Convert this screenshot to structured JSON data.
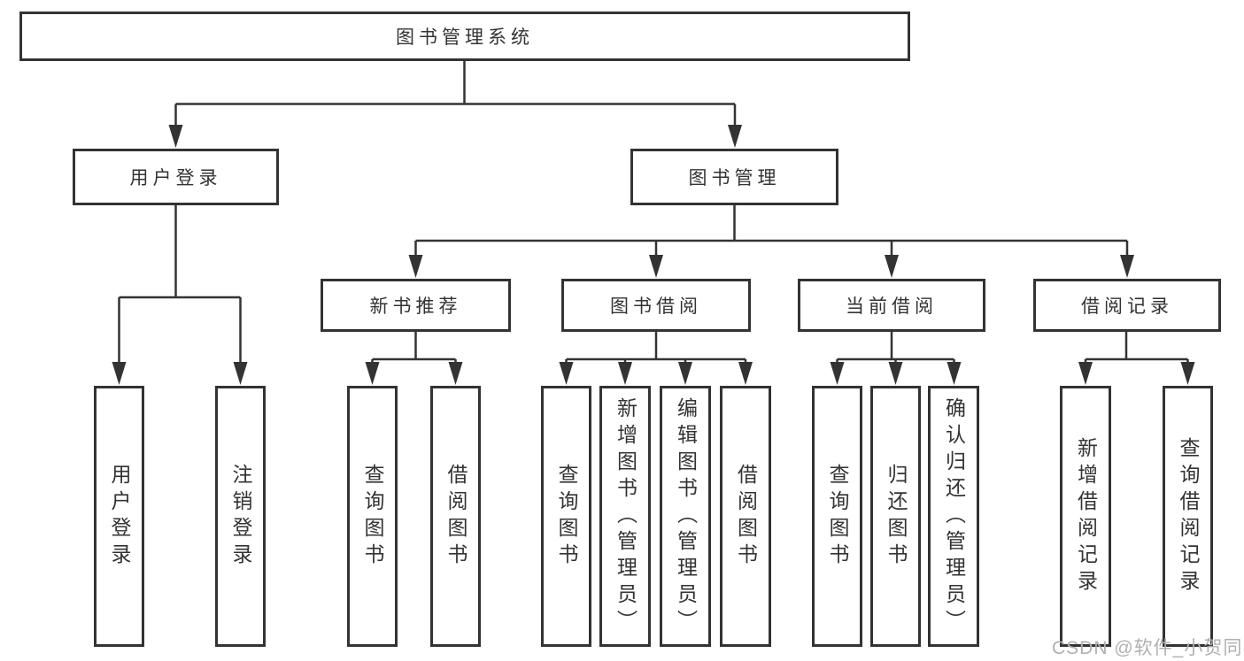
{
  "tree": {
    "root": {
      "label": "图书管理系统"
    },
    "branches": [
      {
        "label": "用户登录",
        "children": [
          {
            "label": "用户登录"
          },
          {
            "label": "注销登录"
          }
        ]
      },
      {
        "label": "图书管理",
        "children": [
          {
            "label": "新书推荐",
            "children": [
              {
                "label": "查询图书"
              },
              {
                "label": "借阅图书"
              }
            ]
          },
          {
            "label": "图书借阅",
            "children": [
              {
                "label": "查询图书"
              },
              {
                "label": "新增图书（管理员）"
              },
              {
                "label": "编辑图书（管理员）"
              },
              {
                "label": "借阅图书"
              }
            ]
          },
          {
            "label": "当前借阅",
            "children": [
              {
                "label": "查询图书"
              },
              {
                "label": "归还图书"
              },
              {
                "label": "确认归还（管理员）"
              }
            ]
          },
          {
            "label": "借阅记录",
            "children": [
              {
                "label": "新增借阅记录"
              },
              {
                "label": "查询借阅记录"
              }
            ]
          }
        ]
      }
    ]
  },
  "watermark": {
    "text": "CSDN @软件_小贺同学"
  },
  "colors": {
    "line": "#333333",
    "text": "#333333",
    "box_background": "#ffffff",
    "watermark": "#b0b0b0",
    "page_background": "#ffffff"
  }
}
